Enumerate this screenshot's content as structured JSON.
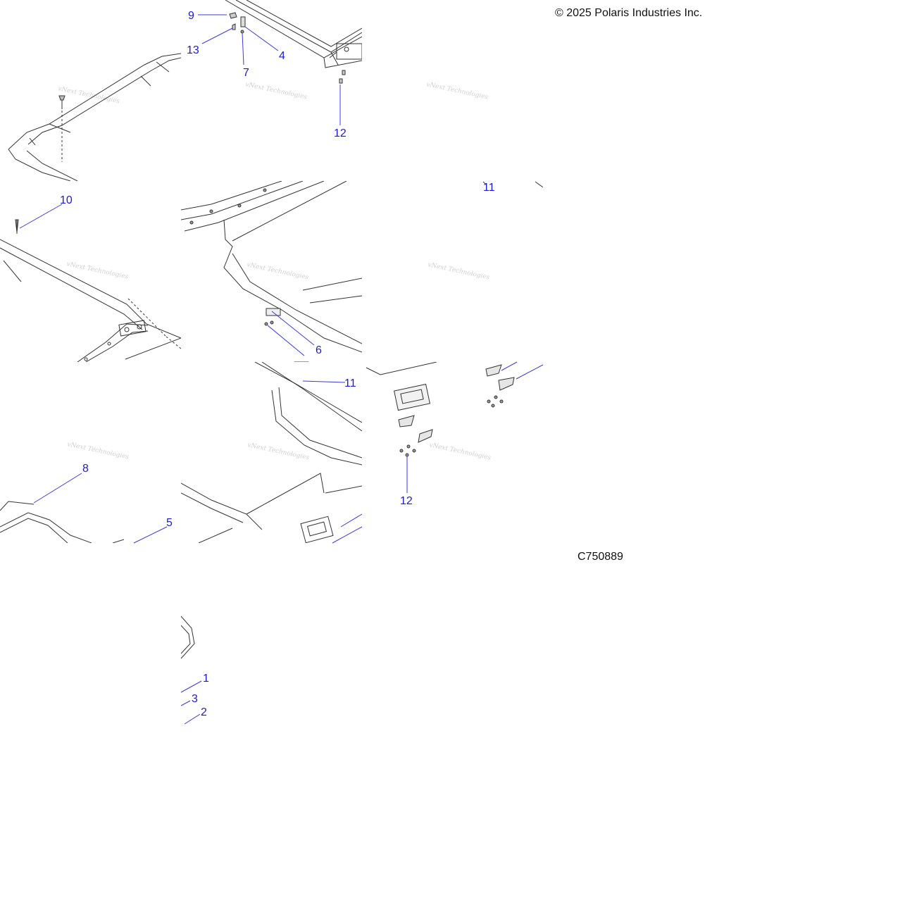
{
  "copyright": "© 2025 Polaris Industries Inc.",
  "diagram_code": "C750889",
  "watermark": "vNext Technologies",
  "colors": {
    "callout": "#1a1ad6",
    "leader": "#3a3ae0",
    "part_line": "#333333",
    "watermark": "#cfcfcf",
    "text": "#111111"
  },
  "callouts": [
    {
      "id": "c9a",
      "label": "9"
    },
    {
      "id": "c13",
      "label": "13"
    },
    {
      "id": "c4",
      "label": "4"
    },
    {
      "id": "c7",
      "label": "7"
    },
    {
      "id": "c12a",
      "label": "12"
    },
    {
      "id": "c10",
      "label": "10"
    },
    {
      "id": "c11a",
      "label": "11"
    },
    {
      "id": "c6",
      "label": "6"
    },
    {
      "id": "c11b",
      "label": "11"
    },
    {
      "id": "c8",
      "label": "8"
    },
    {
      "id": "c5",
      "label": "5"
    },
    {
      "id": "c12b",
      "label": "12"
    },
    {
      "id": "c1",
      "label": "1"
    },
    {
      "id": "c3",
      "label": "3"
    },
    {
      "id": "c2",
      "label": "2"
    }
  ]
}
